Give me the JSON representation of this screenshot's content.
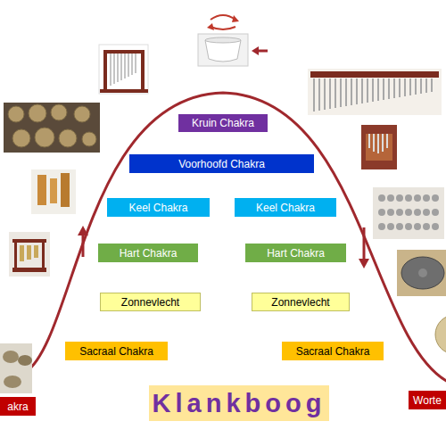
{
  "diagram": {
    "title": "Klankboog",
    "nodes": [
      {
        "text": [
          "Kruin Chakra"
        ]
      },
      {
        "text": [
          "Voorhoofd Chakra"
        ]
      },
      {
        "text": [
          "Keel Chakra"
        ]
      },
      {
        "text": [
          "Keel Chakra"
        ]
      },
      {
        "text": [
          "Hart Chakra"
        ]
      },
      {
        "text": [
          "Hart Chakra"
        ]
      },
      {
        "text": [
          "Zonnevlecht"
        ]
      },
      {
        "text": [
          "Zonnevlecht"
        ]
      },
      {
        "text": [
          "Sacraal Chakra"
        ]
      },
      {
        "text": [
          "Sacraal Chakra"
        ]
      },
      {
        "text": [
          "akra"
        ]
      },
      {
        "text": [
          "Worte"
        ]
      }
    ]
  }
}
